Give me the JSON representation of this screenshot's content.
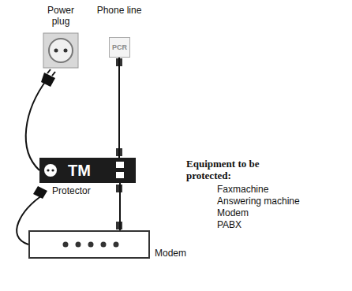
{
  "diagram": {
    "nodes": [
      {
        "text": [
          "PCR"
        ]
      },
      {
        "text": [
          "TM",
          "Protector"
        ]
      },
      {
        "text": [
          "Modem"
        ]
      }
    ],
    "edges": [
      {
        "from": 0,
        "to": 1,
        "arrow": "none"
      },
      {
        "from": 1,
        "to": 2,
        "arrow": "none"
      },
      {
        "from": 1,
        "to": 2,
        "arrow": "none"
      }
    ],
    "labels": [
      "Power plug",
      "Phone line",
      "Equipment to be protected:",
      "Faxmachine",
      "Answering machine",
      "Modem",
      "PABX"
    ]
  }
}
